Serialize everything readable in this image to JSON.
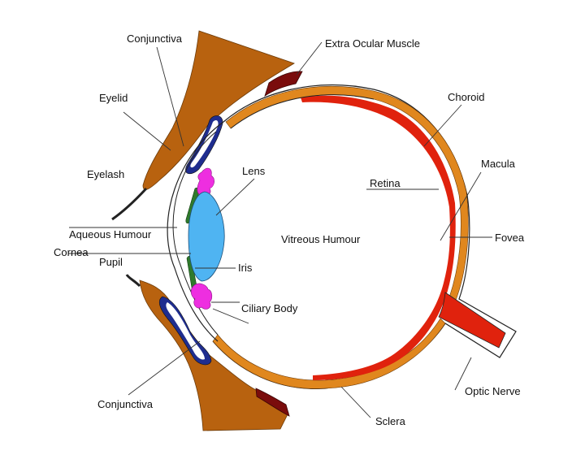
{
  "labels": {
    "conjunctiva_top": "Conjunctiva",
    "extra_ocular_muscle": "Extra Ocular Muscle",
    "eyelid": "Eyelid",
    "choroid": "Choroid",
    "eyelash": "Eyelash",
    "lens": "Lens",
    "macula": "Macula",
    "retina": "Retina",
    "aqueous_humour": "Aqueous Humour",
    "vitreous_humour": "Vitreous Humour",
    "fovea": "Fovea",
    "cornea": "Cornea",
    "pupil": "Pupil",
    "iris": "Iris",
    "ciliary_body": "Ciliary Body",
    "conjunctiva_bottom": "Conjunctiva",
    "optic_nerve": "Optic Nerve",
    "sclera": "Sclera"
  },
  "colors": {
    "eyelid": "#b8620f",
    "conjunctiva": "#1f2d8f",
    "muscle": "#7a0c0c",
    "choroid": "#e0871e",
    "retina": "#e0220d",
    "lens": "#4fb4f2",
    "iris": "#2f7a2c",
    "ciliary_body": "#ee2ee0",
    "eyelash": "#222222"
  }
}
